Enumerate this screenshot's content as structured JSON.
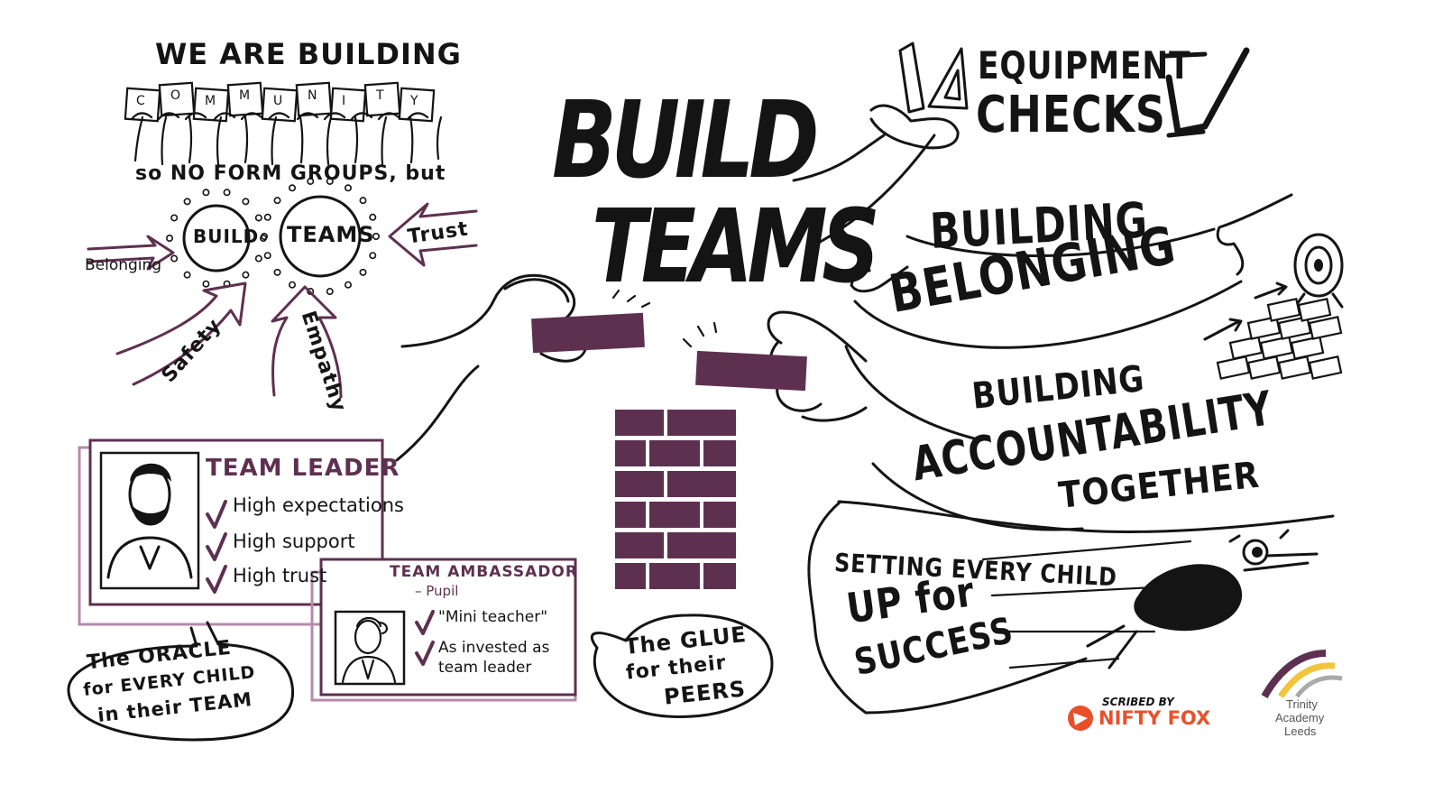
{
  "colors": {
    "ink": "#141414",
    "accent": "#5e3050",
    "accent_light": "#b58aab",
    "logo_orange": "#e8502a",
    "logo_gold": "#f3c53d"
  },
  "community": {
    "headline": "WE ARE BUILDING",
    "letters": [
      "C",
      "O",
      "M",
      "M",
      "U",
      "N",
      "I",
      "T",
      "Y"
    ],
    "subline": "so NO FORM GROUPS, but",
    "circle_left": "BUILD",
    "circle_right": "TEAMS",
    "arrows": {
      "belonging": "Belonging",
      "trust": "Trust",
      "safety": "Safety",
      "empathy": "Empathy"
    }
  },
  "center": {
    "title_line1": "BUILD",
    "title_line2": "TEAMS"
  },
  "team_leader": {
    "title": "TEAM LEADER",
    "items": [
      "High expectations",
      "High support",
      "High trust"
    ],
    "bubble": [
      "The ORACLE",
      "for EVERY CHILD",
      "in their TEAM"
    ]
  },
  "team_ambassador": {
    "title": "TEAM AMBASSADOR",
    "subtitle": "– Pupil",
    "items": [
      "\"Mini teacher\"",
      "As invested as",
      "team leader"
    ]
  },
  "glue_bubble": [
    "The GLUE",
    "for their",
    "PEERS"
  ],
  "right": {
    "equipment_line1": "EQUIPMENT",
    "equipment_line2": "CHECKS",
    "belonging_line1": "BUILDING",
    "belonging_line2": "BELONGING",
    "accountability_line1": "BUILDING",
    "accountability_line2": "ACCOUNTABILITY",
    "accountability_line3": "TOGETHER",
    "success_line1": "SETTING EVERY CHILD",
    "success_line2": "UP for",
    "success_line3": "SUCCESS"
  },
  "credits": {
    "scribed_by": "SCRIBED BY",
    "nifty_fox": "NIFTY FOX",
    "academy_line1": "Trinity",
    "academy_line2": "Academy",
    "academy_line3": "Leeds"
  }
}
